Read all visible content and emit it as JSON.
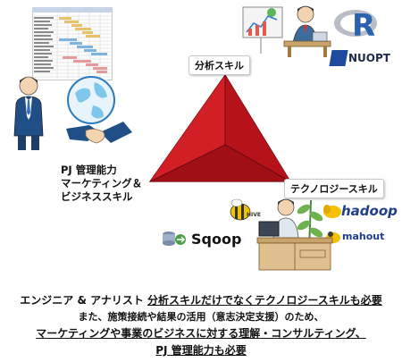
{
  "skills": {
    "analysis": "分析スキル",
    "technology": "テクノロジースキル",
    "pm_line1": "PJ 管理能力",
    "pm_line2": "マーケティング＆",
    "pm_line3": "ビジネススキル"
  },
  "logos": {
    "r": "R",
    "nuopt": "NUOPT",
    "hive": "HIVE",
    "hadoop": "hadoop",
    "mahout": "mahout",
    "sqoop": "Sqoop"
  },
  "caption": {
    "line1_plain": "エンジニア & アナリスト",
    "line1_under": "分析スキルだけでなくテクノロジースキルも必要",
    "line2": "また、施策接続や結果の活用（意志決定支援）のため、",
    "line3": "マーケティングや事業のビジネスに対する理解・コンサルティング、",
    "line4": "PJ 管理能力も必要"
  },
  "colors": {
    "triangle_fill": "#c8161d",
    "triangle_edge": "#7a0a0e",
    "hadoop_yellow": "#f6c000",
    "nuopt_blue": "#1e4aa0"
  }
}
